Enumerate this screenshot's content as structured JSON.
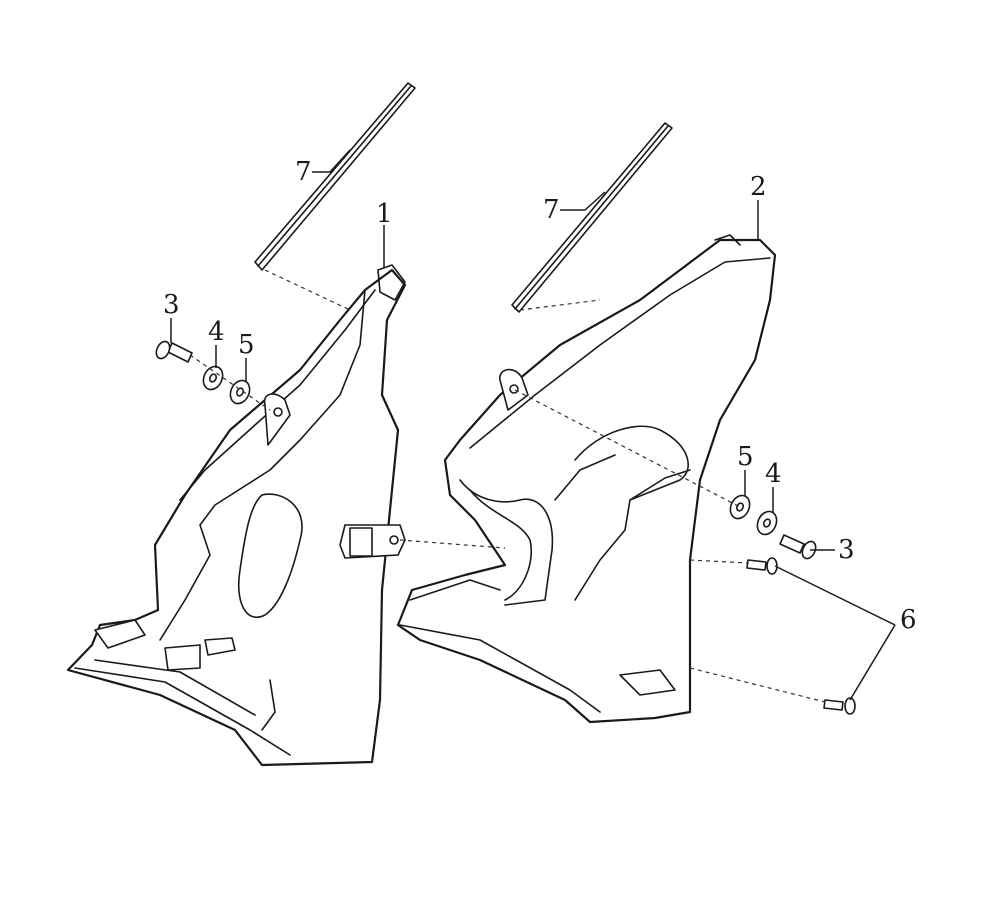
{
  "diagram": {
    "callouts": {
      "left_strip": "7",
      "left_cover": "1",
      "left_bolt": "3",
      "left_washer_a": "4",
      "left_washer_b": "5",
      "right_strip": "7",
      "right_cover": "2",
      "right_washer_b": "5",
      "right_washer_a": "4",
      "right_bolt": "3",
      "screws": "6"
    },
    "colors": {
      "line": "#1a1a1a",
      "background": "#ffffff"
    }
  }
}
